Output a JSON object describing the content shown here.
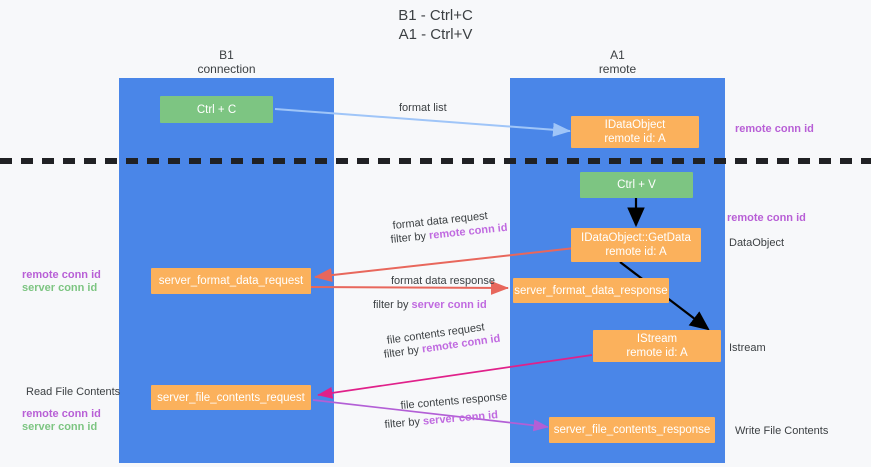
{
  "title": "B1 - Ctrl+C\nA1 - Ctrl+V",
  "columns": {
    "left": {
      "name": "B1",
      "role": "connection",
      "label": "B1\nconnection"
    },
    "right": {
      "name": "A1",
      "role": "remote",
      "label": "A1\nremote"
    }
  },
  "nodes": {
    "ctrl_c": "Ctrl + C",
    "ctrl_v": "Ctrl + V",
    "idataobject_title": "IDataObject",
    "idataobject_sub": "remote id: A",
    "getdata_title": "IDataObject::GetData",
    "getdata_sub": "remote id: A",
    "istream_title": "IStream",
    "istream_sub": "remote id: A",
    "server_format_data_request": "server_format_data_request",
    "server_format_data_response": "server_format_data_response",
    "server_file_contents_request": "server_file_contents_request",
    "server_file_contents_response": "server_file_contents_response"
  },
  "edges": {
    "format_list": "format list",
    "format_data_request": "format data request",
    "format_data_request_filter_prefix": "filter by ",
    "format_data_request_filter_value": "remote conn id",
    "format_data_response": "format data response",
    "format_data_response_filter_prefix": "filter by ",
    "format_data_response_filter_value": "server conn id",
    "file_contents_request": "file contents request",
    "file_contents_request_filter_prefix": "filter by ",
    "file_contents_request_filter_value": "remote conn id",
    "file_contents_response": "file contents response",
    "file_contents_response_filter_prefix": "filter by ",
    "file_contents_response_filter_value": "server conn id"
  },
  "annotations": {
    "right_remote_conn_id_top": "remote conn id",
    "right_remote_conn_id_mid": "remote conn id",
    "right_dataobject": "DataObject",
    "right_istream": "Istream",
    "right_write_file_contents": "Write File Contents",
    "left_remote_conn_id_mid": "remote conn id",
    "left_server_conn_id_mid": "server conn id",
    "left_read_file_contents": "Read File Contents",
    "left_remote_conn_id_bottom": "remote conn id",
    "left_server_conn_id_bottom": "server conn id"
  },
  "colors": {
    "lane": "#4a86e8",
    "node_green": "#7dc582",
    "node_orange": "#fbb15c",
    "accent_remote": "#b85fd6",
    "accent_server": "#7dc582",
    "arrow_format_list": "#9fc5f8",
    "arrow_format_data": "#e8675c",
    "arrow_file_request": "#e0218a",
    "arrow_file_response": "#b35fd6",
    "arrow_black": "#000000",
    "divider": "#202124",
    "background": "#f7f8fa"
  }
}
